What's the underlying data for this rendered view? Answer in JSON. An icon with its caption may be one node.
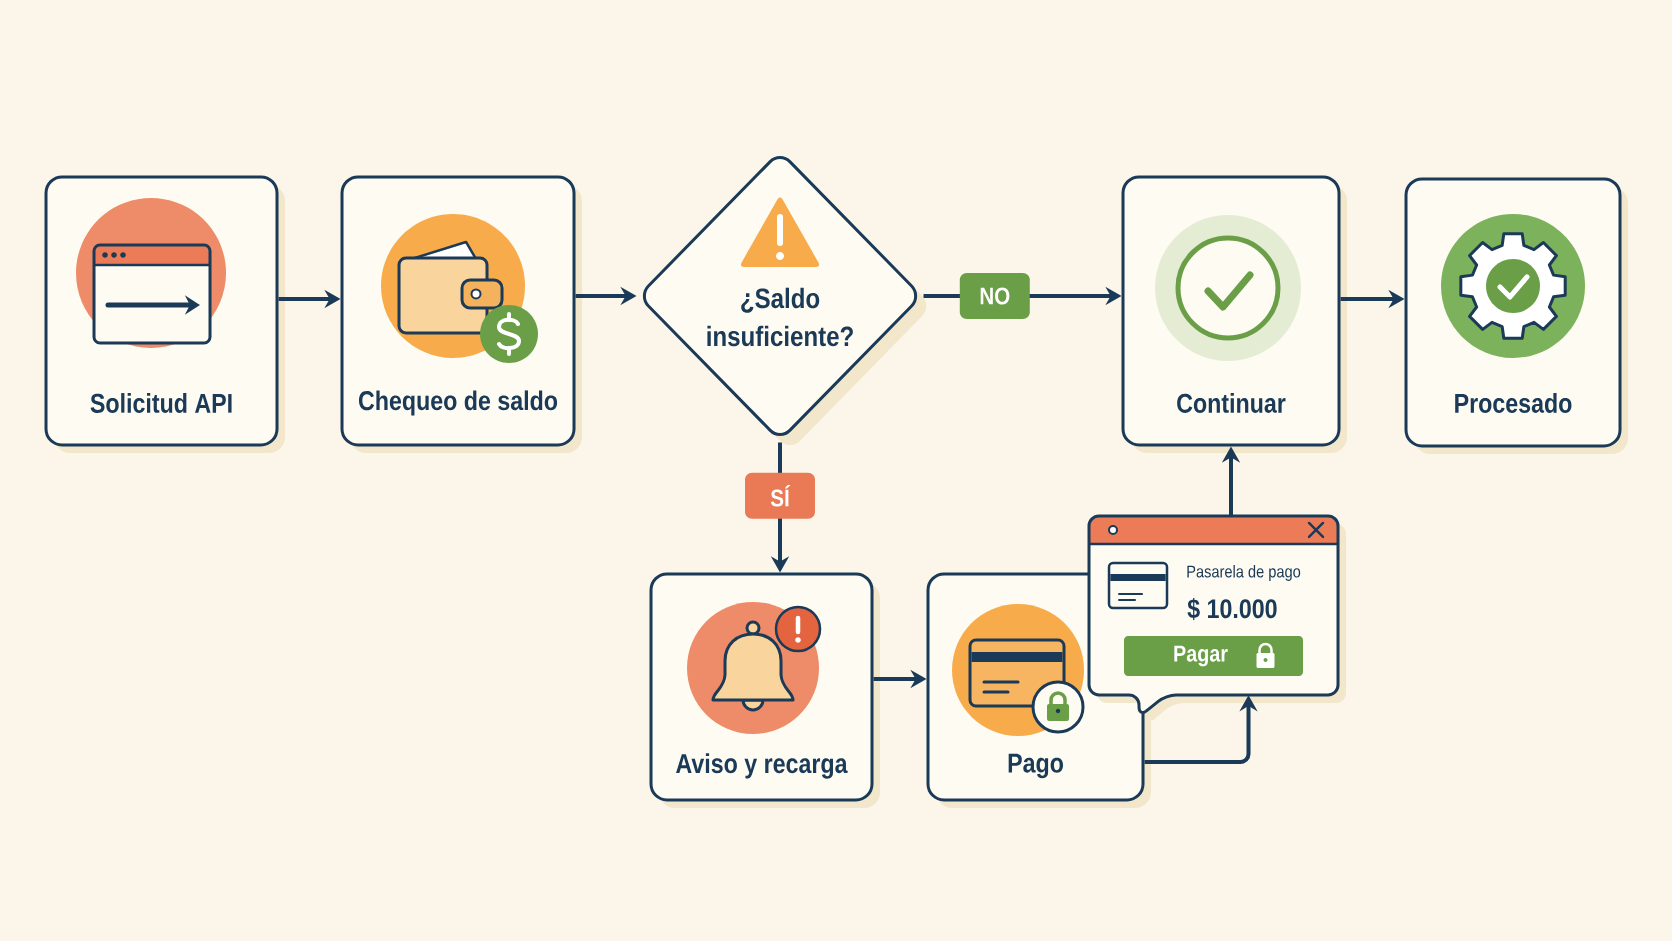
{
  "diagram": {
    "nodes": [
      {
        "text": [
          "Solicitud API"
        ]
      },
      {
        "text": [
          "Chequeo de saldo"
        ]
      },
      {
        "text": [
          "¿Saldo insuficiente?"
        ]
      },
      {
        "text": [
          "Continuar"
        ]
      },
      {
        "text": [
          "Procesado"
        ]
      },
      {
        "text": [
          "Aviso y recarga"
        ]
      },
      {
        "text": [
          "Pago"
        ]
      },
      {
        "text": [
          "Pasarela de pago",
          "$ 10.000"
        ]
      },
      {
        "text": [
          "Pagar"
        ],
        "in": 7
      }
    ],
    "edges": [
      {
        "from": 0,
        "to": 1,
        "arrow": "to"
      },
      {
        "from": 1,
        "to": 2,
        "arrow": "to"
      },
      {
        "from": 2,
        "to": 3,
        "arrow": "to",
        "label": "NO"
      },
      {
        "from": 2,
        "to": 5,
        "arrow": "to",
        "label": "SÍ"
      },
      {
        "from": 3,
        "to": 4,
        "arrow": "to"
      },
      {
        "from": 5,
        "to": 6,
        "arrow": "to"
      },
      {
        "from": 6,
        "to": 7,
        "arrow": "to"
      },
      {
        "from": 7,
        "to": 3,
        "arrow": "to"
      }
    ]
  }
}
